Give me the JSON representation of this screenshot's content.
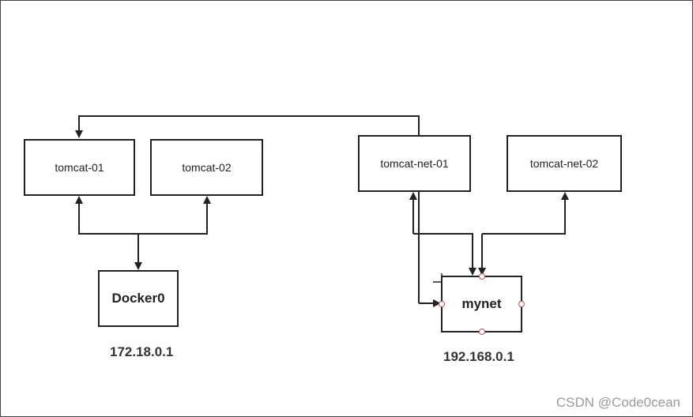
{
  "nodes": {
    "tomcat01": "tomcat-01",
    "tomcat02": "tomcat-02",
    "tomcatnet01": "tomcat-net-01",
    "tomcatnet02": "tomcat-net-02",
    "docker0": "Docker0",
    "mynet": "mynet"
  },
  "ips": {
    "docker0": "172.18.0.1",
    "mynet": "192.168.0.1"
  },
  "watermark": "CSDN @Code0cean",
  "colors": {
    "line": "#222222",
    "handle": "#c0504d"
  }
}
